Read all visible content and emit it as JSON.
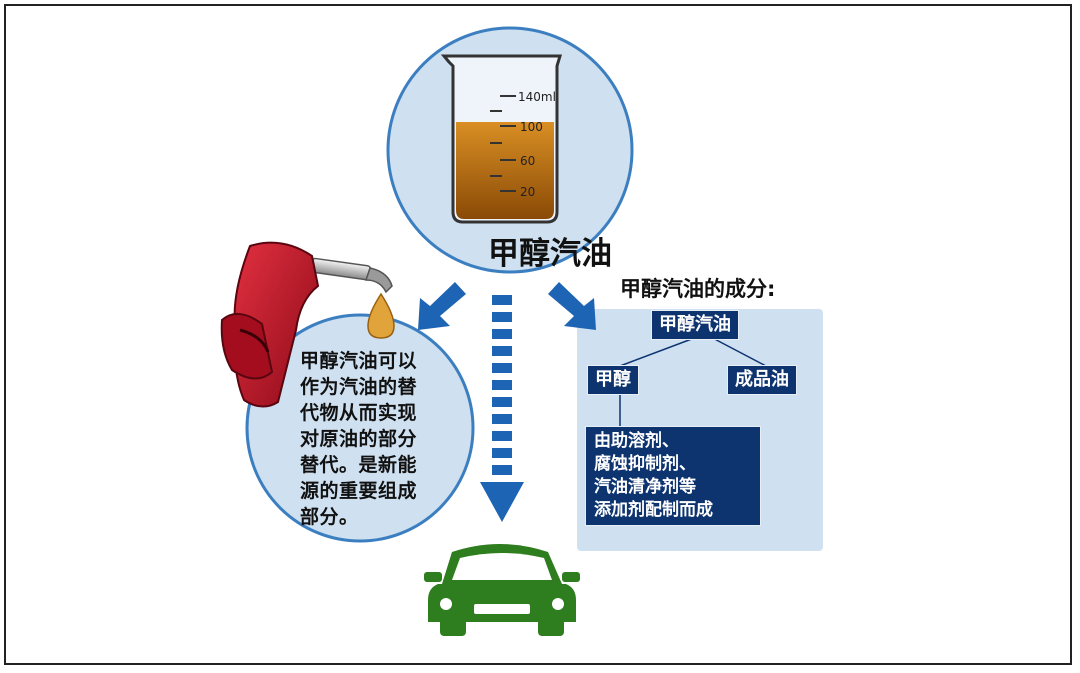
{
  "title": "甲醇汽油",
  "beaker": {
    "scale": [
      "140ml",
      "100",
      "60",
      "20"
    ]
  },
  "left_circle": {
    "text": "甲醇汽油可以\n作为汽油的替\n代物从而实现\n对原油的部分\n替代。是新能\n源的重要组成\n部分。"
  },
  "composition": {
    "heading": "甲醇汽油的成分:",
    "root": "甲醇汽油",
    "branch_left": "甲醇",
    "branch_right": "成品油",
    "leaf": "由助溶剂、\n腐蚀抑制剂、\n汽油清净剂等\n添加剂配制而成"
  },
  "colors": {
    "circle_fill": "#cfe0f1",
    "circle_stroke": "#3c7fc1",
    "panel": "#cfe0f1",
    "node": "#0e3470",
    "arrow": "#1e64b4",
    "fuel": "#c47a14",
    "nozzle": "#c8102e",
    "car": "#2e7d1e"
  },
  "icons": [
    "beaker-icon",
    "fuel-nozzle-icon",
    "oil-drop-icon",
    "car-icon",
    "arrow-down-left-icon",
    "arrow-down-icon",
    "arrow-down-right-icon"
  ]
}
